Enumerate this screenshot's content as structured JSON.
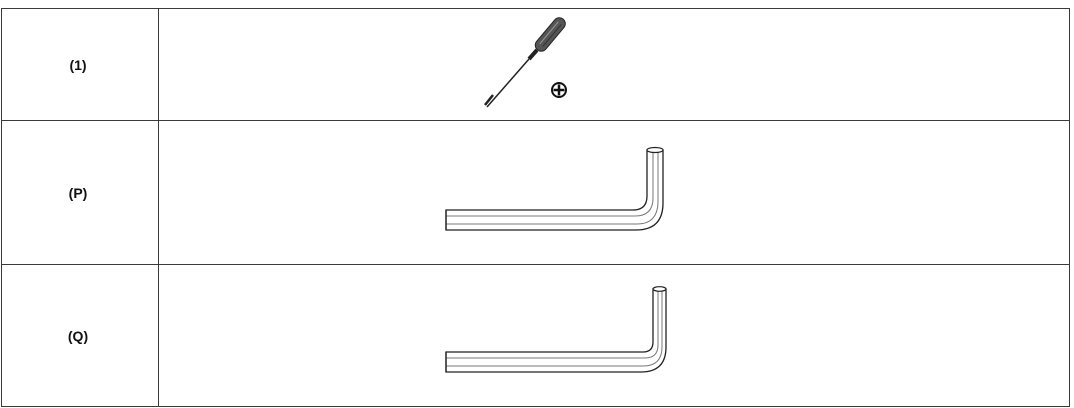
{
  "tools": {
    "rows": [
      {
        "label": "(1)",
        "icon": "phillips-screwdriver-icon"
      },
      {
        "label": "(P)",
        "icon": "hex-key-icon"
      },
      {
        "label": "(Q)",
        "icon": "hex-key-icon"
      }
    ]
  },
  "colors": {
    "border": "#3a3a3a",
    "text": "#111111",
    "handle": "#555555"
  }
}
